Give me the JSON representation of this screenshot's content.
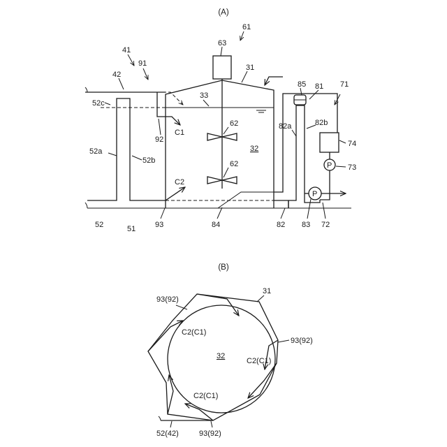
{
  "figure_a": {
    "title": "(A)",
    "labels": {
      "n61": "61",
      "n63": "63",
      "n41": "41",
      "n91": "91",
      "n42": "42",
      "n31": "31",
      "n85": "85",
      "n81": "81",
      "n71": "71",
      "n33": "33",
      "n52c": "52c",
      "C1": "C1",
      "n92": "92",
      "n62a": "62",
      "n32": "32",
      "n82a": "82a",
      "n82b": "82b",
      "n74": "74",
      "n52a": "52a",
      "n52b": "52b",
      "n62b": "62",
      "P1": "P",
      "n73": "73",
      "C2": "C2",
      "P2": "P",
      "n52": "52",
      "n51": "51",
      "n93": "93",
      "n84": "84",
      "n82": "82",
      "n83": "83",
      "n72": "72"
    }
  },
  "figure_b": {
    "title": "(B)",
    "labels": {
      "n93_92_top": "93(92)",
      "n31": "31",
      "C2C1_left": "C2(C1)",
      "n93_92_right": "93(92)",
      "n32": "32",
      "C2C1_right": "C2(C1)",
      "C2C1_bottom": "C2(C1)",
      "n52_42": "52(42)",
      "n93_92_bottom": "93(92)"
    }
  }
}
